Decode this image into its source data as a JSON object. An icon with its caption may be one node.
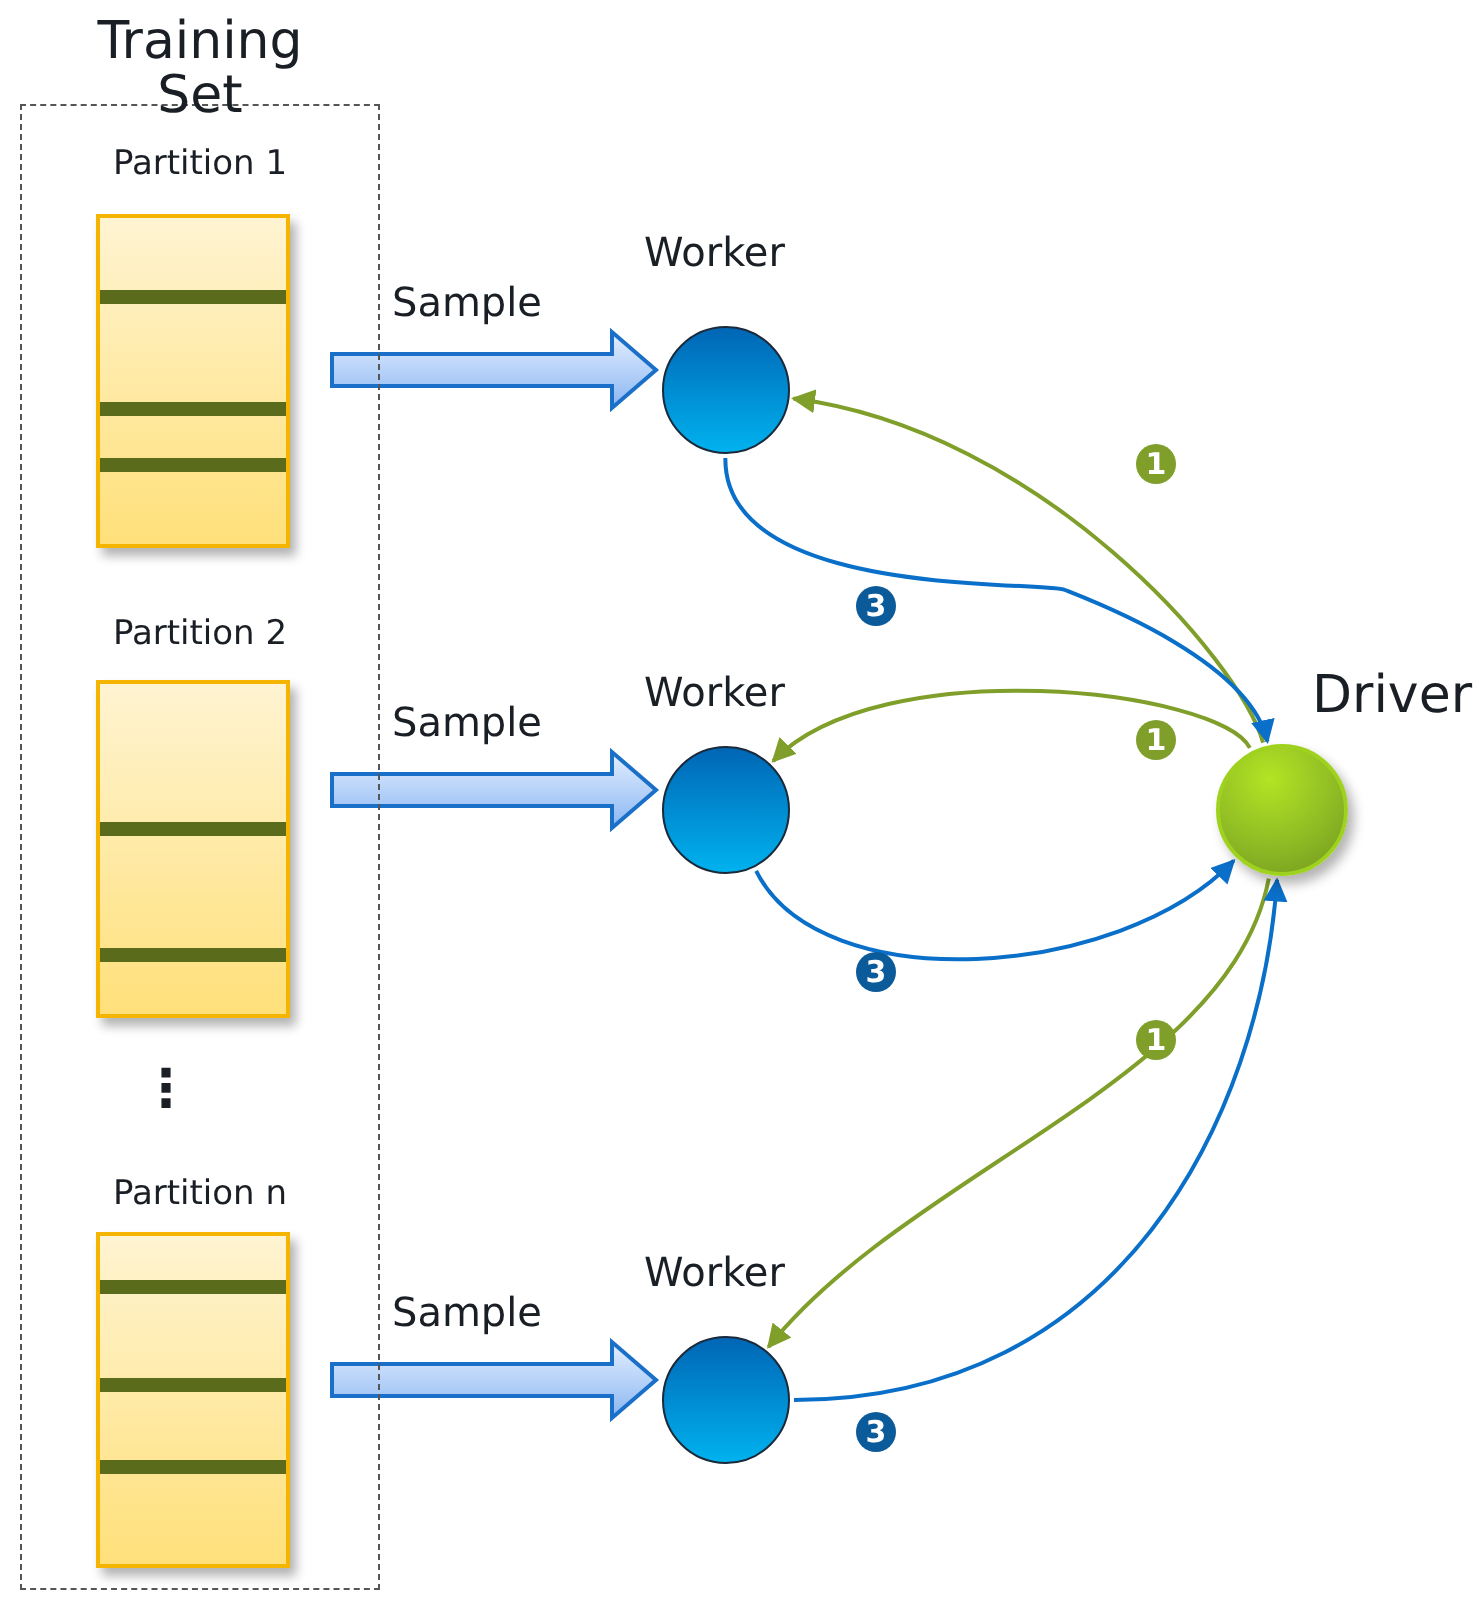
{
  "diagram": {
    "nodes": [
      {
        "text": [
          "Training Set"
        ]
      },
      {
        "text": [
          "Partition 1"
        ],
        "in": 0
      },
      {
        "text": [
          "Partition 2"
        ],
        "in": 0
      },
      {
        "text": [
          "Partition n"
        ],
        "in": 0
      },
      {
        "text": [
          "Worker"
        ]
      },
      {
        "text": [
          "Worker"
        ]
      },
      {
        "text": [
          "Worker"
        ]
      },
      {
        "text": [
          "Driver"
        ]
      }
    ],
    "edges": [
      {
        "from": 1,
        "to": 4,
        "arrow": "to",
        "label": "Sample",
        "style": "thick",
        "color": "#1a70c8"
      },
      {
        "from": 2,
        "to": 5,
        "arrow": "to",
        "label": "Sample",
        "style": "thick",
        "color": "#1a70c8"
      },
      {
        "from": 3,
        "to": 6,
        "arrow": "to",
        "label": "Sample",
        "style": "thick",
        "color": "#1a70c8"
      },
      {
        "from": 7,
        "to": 4,
        "arrow": "to",
        "label": "1",
        "color": "#7f9f2a"
      },
      {
        "from": 4,
        "to": 7,
        "arrow": "to",
        "label": "3",
        "color": "#0a6fc8"
      },
      {
        "from": 7,
        "to": 5,
        "arrow": "to",
        "label": "1",
        "color": "#7f9f2a"
      },
      {
        "from": 5,
        "to": 7,
        "arrow": "to",
        "label": "3",
        "color": "#0a6fc8"
      },
      {
        "from": 7,
        "to": 6,
        "arrow": "to",
        "label": "1",
        "color": "#7f9f2a"
      },
      {
        "from": 6,
        "to": 7,
        "arrow": "to",
        "label": "3",
        "color": "#0a6fc8"
      }
    ],
    "labels": [
      "⋮"
    ]
  }
}
